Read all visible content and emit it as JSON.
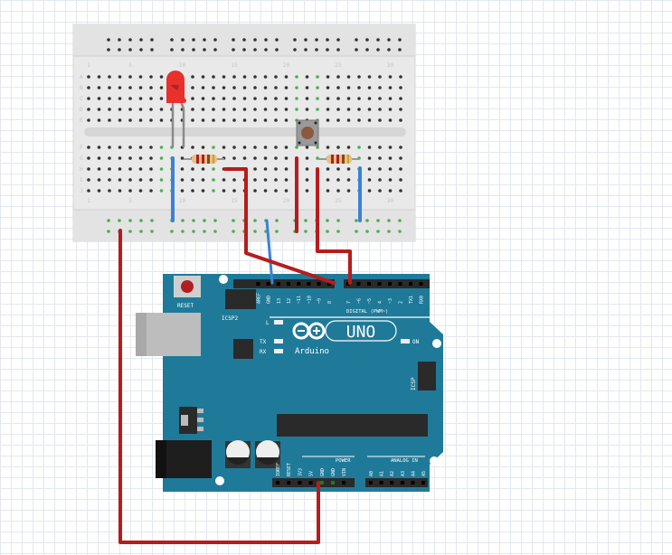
{
  "canvas": {
    "title": "Arduino button + LED breadboard circuit"
  },
  "breadboard": {
    "column_labels": [
      "1",
      "5",
      "10",
      "15",
      "20",
      "25",
      "30"
    ],
    "row_labels_top": [
      "A",
      "B",
      "C",
      "D",
      "E"
    ],
    "row_labels_bottom": [
      "F",
      "G",
      "H",
      "I",
      "J"
    ]
  },
  "components": {
    "led": {
      "name": "Red LED",
      "color": "#e8302c"
    },
    "resistor_1": {
      "name": "Resistor"
    },
    "resistor_2": {
      "name": "Resistor"
    },
    "pushbutton": {
      "name": "Pushbutton"
    }
  },
  "arduino": {
    "board_color": "#1f7a99",
    "reset_label": "RESET",
    "icsp2_label": "ICSP2",
    "icsp_label": "ICSP",
    "digital_label": "DIGITAL (PWM~)",
    "brand": "Arduino",
    "model": "UNO",
    "led_labels": {
      "l": "L",
      "tx": "TX",
      "rx": "RX",
      "on": "ON"
    },
    "top_pins": [
      "AREF",
      "GND",
      "13",
      "12",
      "~11",
      "~10",
      "~9",
      "8",
      "7",
      "~6",
      "~5",
      "4",
      "~3",
      "2",
      "TX1",
      "RX0"
    ],
    "power_label": "POWER",
    "analog_label": "ANALOG IN",
    "power_pins": [
      "IOREF",
      "RESET",
      "3V3",
      "5V",
      "GND",
      "GND",
      "VIN"
    ],
    "analog_pins": [
      "A0",
      "A1",
      "A2",
      "A3",
      "A4",
      "A5"
    ]
  },
  "wires": {
    "red": "#b71c1c",
    "blue": "#3b82d6"
  }
}
